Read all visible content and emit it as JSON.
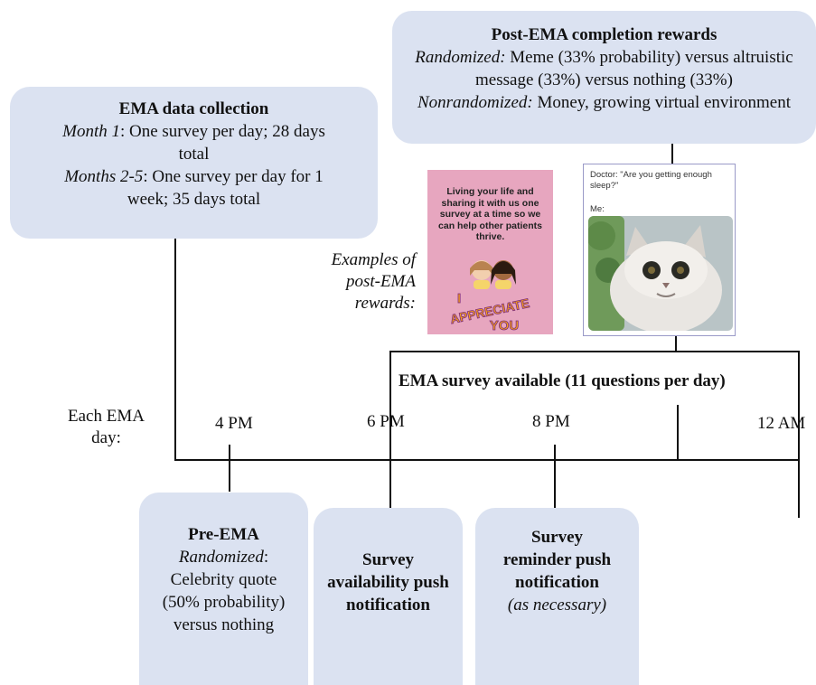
{
  "post_ema_box": {
    "title": "Post-EMA completion rewards",
    "randomized_label": "Randomized:",
    "randomized_text": "Meme (33% probability) versus altruistic message (33%) versus nothing (33%)",
    "nonrandomized_label": "Nonrandomized:",
    "nonrandomized_text": "Money, growing virtual environment"
  },
  "ema_box": {
    "title": "EMA data collection",
    "month1_label": "Month 1",
    "month1_text": ": One survey per day; 28 days total",
    "months25_label": "Months 2-5",
    "months25_text": ": One survey per day for 1 week; 35 days total"
  },
  "examples_label": "Examples of post-EMA rewards:",
  "pink_card": {
    "message": "Living your life and sharing it with us one survey at a time so we can help other patients thrive.",
    "sticker_line1": "I",
    "sticker_line2": "APPRECIATE",
    "sticker_line3": "YOU"
  },
  "meme_card": {
    "line1": "Doctor: \"Are you getting enough sleep?\"",
    "line2": "Me:"
  },
  "available_label": "EMA survey available (11 questions per day)",
  "day_label": "Each EMA day:",
  "times": [
    "4 PM",
    "6 PM",
    "8 PM",
    "12 AM"
  ],
  "pre_ema_box": {
    "title": "Pre-EMA",
    "randomized_label": "Randomized",
    "text": ": Celebrity quote (50% probability) versus nothing"
  },
  "availability_box": {
    "title": "Survey availability push notification"
  },
  "reminder_box": {
    "title": "Survey reminder push notification",
    "note": "(as necessary)"
  }
}
